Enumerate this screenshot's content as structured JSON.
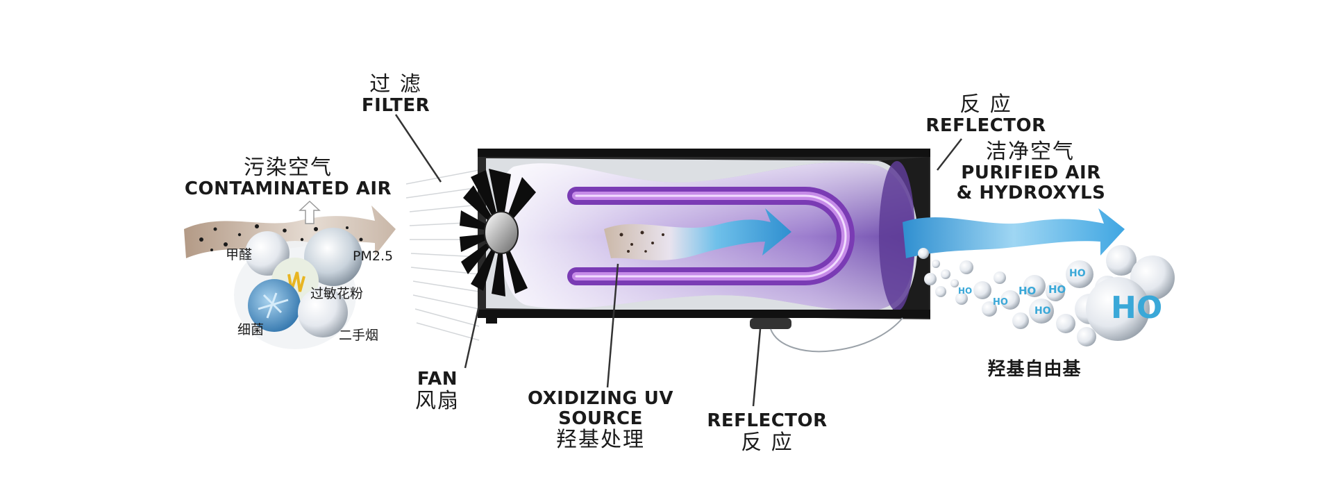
{
  "labels": {
    "filter_zh": "过 滤",
    "filter_en": "FILTER",
    "reflector_top_zh": "反 应",
    "reflector_top_en": "REFLECTOR",
    "contaminated_zh": "污染空气",
    "contaminated_en": "CONTAMINATED AIR",
    "purified_zh": "洁净空气",
    "purified_en_1": "PURIFIED AIR",
    "purified_en_2": "& HYDROXYLS",
    "fan_en": "FAN",
    "fan_zh": "风扇",
    "uv_en_1": "OXIDIZING UV",
    "uv_en_2": "SOURCE",
    "uv_zh": "羟基处理",
    "reflector_bottom_en": "REFLECTOR",
    "reflector_bottom_zh": "反 应",
    "hydroxyl_zh": "羟基自由基"
  },
  "pollutants": {
    "formaldehyde": "甲醛",
    "pm25": "PM2.5",
    "pollen": "过敏花粉",
    "bacteria": "细菌",
    "smoke": "二手烟"
  },
  "molecule_label": "HO",
  "colors": {
    "uv_tube": "#7d3fb8",
    "chamber": "#b79ad8",
    "flow_blue": "#49a9e0",
    "housing": "#111111"
  }
}
